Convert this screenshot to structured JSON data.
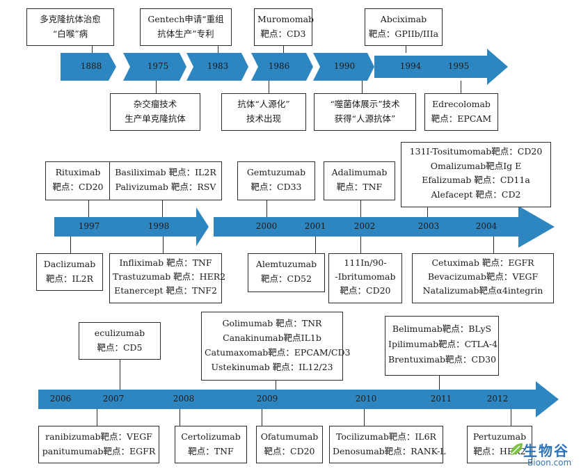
{
  "row1": {
    "years": [
      "1888",
      "1975",
      "1983",
      "1986",
      "1990",
      "1994",
      "1995"
    ],
    "top_boxes": [
      {
        "lines": [
          "多克隆抗体治愈",
          "“白喉”病"
        ]
      },
      {
        "lines": [
          "Gentech申请“重组",
          "抗体生产”专利"
        ]
      },
      {
        "lines": [
          "Muromomab",
          "靶点：CD3"
        ]
      },
      {
        "lines": [
          "Abciximab",
          "靶点：GPIIb/IIIa"
        ]
      }
    ],
    "bottom_boxes": [
      {
        "lines": [
          "杂交瘤技术",
          "生产单克隆抗体"
        ]
      },
      {
        "lines": [
          "抗体“人源化”",
          "技术出现"
        ]
      },
      {
        "lines": [
          "“噬菌体展示”技术",
          "获得“人源抗体”"
        ]
      },
      {
        "lines": [
          "Edrecolomab",
          "靶点：EPCAM"
        ]
      }
    ]
  },
  "row2": {
    "years": [
      "1997",
      "1998",
      "2000",
      "2001",
      "2002",
      "2003",
      "2004"
    ],
    "top_boxes": [
      {
        "lines": [
          "Rituximab",
          "靶点：CD20"
        ]
      },
      {
        "lines": [
          "Basiliximab 靶点：IL2R",
          "Palivizumab 靶点：RSV"
        ]
      },
      {
        "lines": [
          "Gemtuzumab",
          "靶点：CD33"
        ]
      },
      {
        "lines": [
          "Adalimumab",
          "靶点：TNF"
        ]
      },
      {
        "lines": [
          "131I-Tositumomab靶点：CD20",
          "Omalizumab靶点Ig E",
          "Efalizumab 靶点：CD11a",
          "Alefacept 靶点：CD2"
        ]
      }
    ],
    "bottom_boxes": [
      {
        "lines": [
          "Daclizumab",
          "靶点：IL2R"
        ]
      },
      {
        "lines": [
          "Infliximab 靶点：TNF",
          "Trastuzumab 靶点：HER2",
          "Etanercept 靶点：TNF2"
        ]
      },
      {
        "lines": [
          "Alemtuzumab",
          "靶点：CD52"
        ]
      },
      {
        "lines": [
          "111In/90-",
          "-Ibritumomab",
          "靶点：CD20"
        ]
      },
      {
        "lines": [
          "Cetuximab 靶点：EGFR",
          "Bevacizumab靶点：VEGF",
          "Natalizumab靶点α4integrin"
        ]
      }
    ]
  },
  "row3": {
    "years": [
      "2006",
      "2007",
      "2008",
      "2009",
      "2010",
      "2011",
      "2012"
    ],
    "top_boxes": [
      {
        "lines": [
          "eculizumab",
          "靶点：CD5"
        ]
      },
      {
        "lines": [
          "Golimumab 靶点：TNR",
          "Canakinumab靶点IL1b",
          "Catumaxomab靶点：EPCAM/CD3",
          "Ustekinumab 靶点：IL12/23"
        ]
      },
      {
        "lines": [
          "Belimumab靶点：BLyS",
          "Ipilimumab靶点：CTLA-4",
          "Brentuximab靶点：CD30"
        ]
      }
    ],
    "bottom_boxes": [
      {
        "lines": [
          "ranibizumab靶点：VEGF",
          "panitumumab靶点：EGFR"
        ]
      },
      {
        "lines": [
          "Certolizumab",
          "靶点：TNF"
        ]
      },
      {
        "lines": [
          "Ofatumumab",
          "靶点：CD20"
        ]
      },
      {
        "lines": [
          "Tocilizumab靶点：IL6R",
          "Denosumab靶点：RANK-L"
        ]
      },
      {
        "lines": [
          "Pertuzumab",
          "靶点：HER2"
        ]
      }
    ]
  },
  "watermark": {
    "cn": "生物谷",
    "en": "Bioon.com"
  },
  "colors": {
    "arrow": "#2e86c1",
    "border": "#2b2b2b"
  }
}
